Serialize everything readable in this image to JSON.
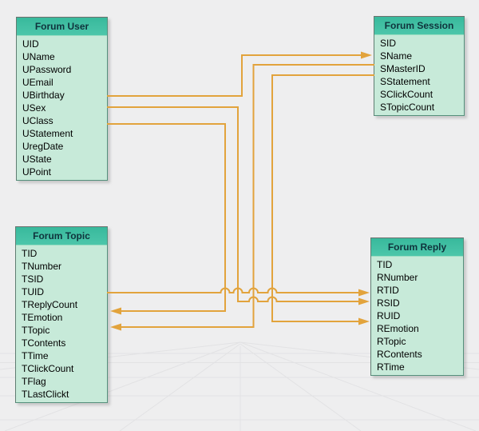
{
  "diagram": {
    "type": "database-entity-diagram",
    "entities": {
      "forum_user": {
        "title": "Forum User",
        "fields": [
          "UID",
          "UName",
          "UPassword",
          "UEmail",
          "UBirthday",
          "USex",
          "UClass",
          "UStatement",
          "UregDate",
          "UState",
          "UPoint"
        ]
      },
      "forum_session": {
        "title": "Forum Session",
        "fields": [
          "SID",
          "SName",
          "SMasterID",
          "SStatement",
          "SClickCount",
          "STopicCount"
        ]
      },
      "forum_topic": {
        "title": "Forum Topic",
        "fields": [
          "TID",
          "TNumber",
          "TSID",
          "TUID",
          "TReplyCount",
          "TEmotion",
          "TTopic",
          "TContents",
          "TTime",
          "TClickCount",
          "TFlag",
          "TLastClickt"
        ]
      },
      "forum_reply": {
        "title": "Forum Reply",
        "fields": [
          "TID",
          "RNumber",
          "RTID",
          "RSID",
          "RUID",
          "REmotion",
          "RTopic",
          "RContents",
          "RTime"
        ]
      }
    },
    "connections": [
      {
        "from": "Forum User.UBirthday",
        "to": "Forum Session.SName",
        "arrow_at": "Forum Session"
      },
      {
        "from": "Forum User.USex",
        "to": "Forum Reply.RSID",
        "arrow_at": "Forum Reply"
      },
      {
        "from": "Forum User.UClass",
        "to": "Forum Topic.TEmotion",
        "arrow_at": "Forum Topic"
      },
      {
        "from": "Forum Topic.TUID",
        "to": "Forum Reply.RTID",
        "arrow_at": "Forum Reply"
      },
      {
        "from": "Forum Session.SMasterID",
        "to": "Forum Topic.TTopic",
        "arrow_at": "Forum Topic"
      },
      {
        "from": "Forum Session.SStatement",
        "to": "Forum Reply.REmotion",
        "arrow_at": "Forum Reply"
      }
    ],
    "colors": {
      "connector": "#e2a33c",
      "header_teal_top": "#38b99c",
      "header_teal_bottom": "#4cc6aa",
      "table_body": "#c7ead9",
      "table_border": "#55907c",
      "title_text": "#0f333c",
      "field_text": "#000000",
      "background": "#eeeeef",
      "grid_line": "#e2e2e4"
    }
  }
}
